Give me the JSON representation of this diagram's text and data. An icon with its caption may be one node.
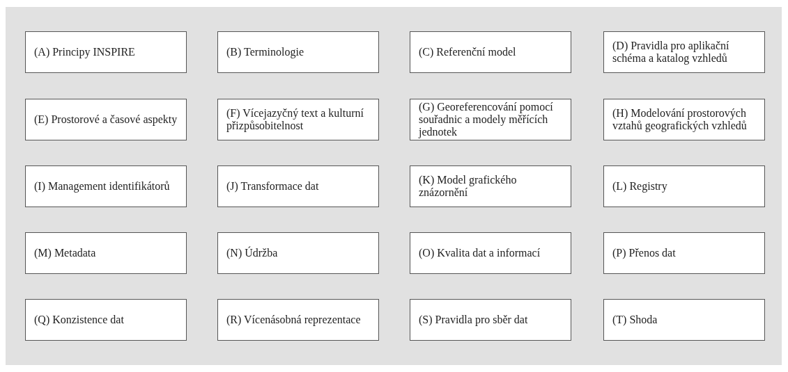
{
  "diagram": {
    "nodes": [
      {
        "text": [
          "(A) Principy INSPIRE"
        ]
      },
      {
        "text": [
          "(B) Terminologie"
        ]
      },
      {
        "text": [
          "(C) Referenční model"
        ]
      },
      {
        "text": [
          "(D) Pravidla pro aplikační schéma a katalog vzhledů"
        ]
      },
      {
        "text": [
          "(E) Prostorové a časové aspekty"
        ]
      },
      {
        "text": [
          "(F) Vícejazyčný text a kulturní přizpůsobitelnost"
        ]
      },
      {
        "text": [
          "(G) Georeferencování pomocí souřadnic a modely měřících jednotek"
        ]
      },
      {
        "text": [
          "(H) Modelování prostorových vztahů geografických vzhledů"
        ]
      },
      {
        "text": [
          "(I) Management identifikátorů"
        ]
      },
      {
        "text": [
          "(J) Transformace dat"
        ]
      },
      {
        "text": [
          "(K) Model grafického znázornění"
        ]
      },
      {
        "text": [
          "(L) Registry"
        ]
      },
      {
        "text": [
          "(M) Metadata"
        ]
      },
      {
        "text": [
          "(N) Údržba"
        ]
      },
      {
        "text": [
          "(O) Kvalita dat a informací"
        ]
      },
      {
        "text": [
          "(P) Přenos dat"
        ]
      },
      {
        "text": [
          "(Q) Konzistence dat"
        ]
      },
      {
        "text": [
          "(R) Vícenásobná reprezentace"
        ]
      },
      {
        "text": [
          "(S) Pravidla pro sběr dat"
        ]
      },
      {
        "text": [
          "(T) Shoda"
        ]
      }
    ]
  }
}
